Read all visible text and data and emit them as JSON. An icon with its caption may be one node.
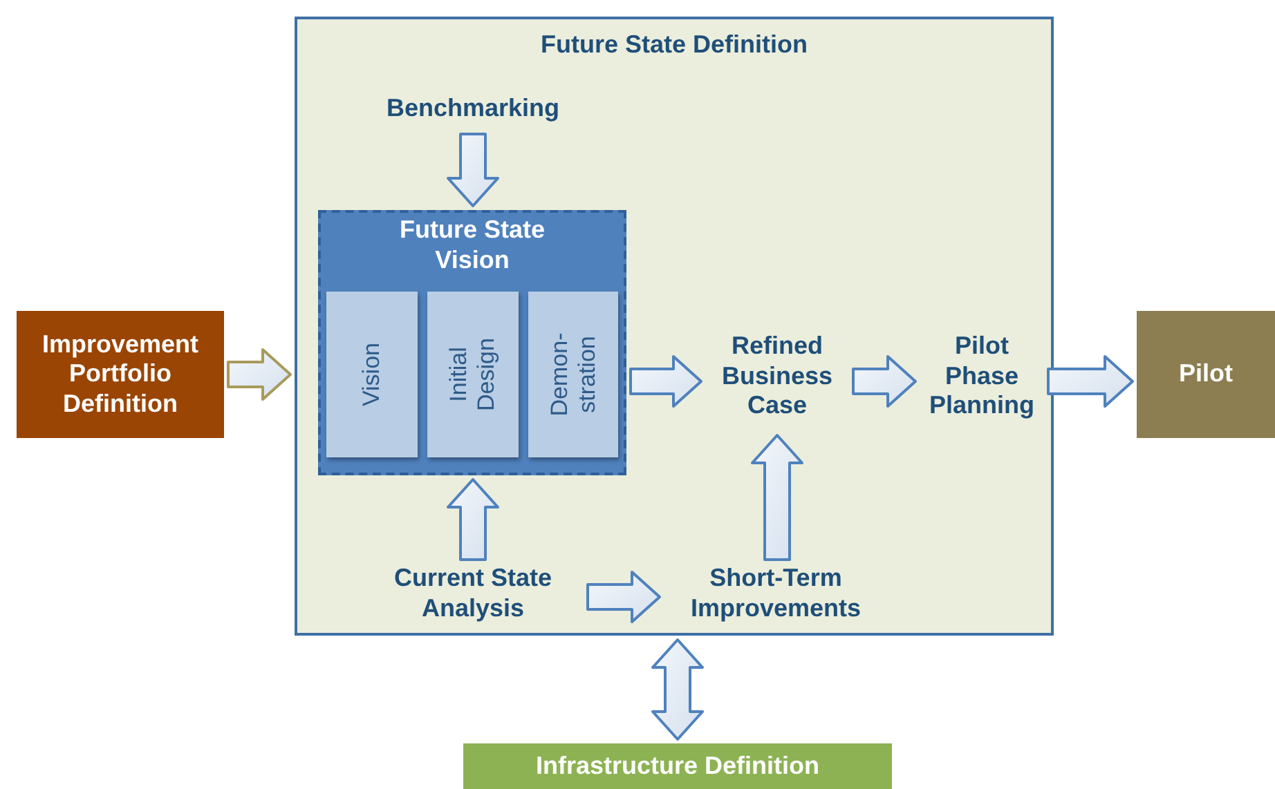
{
  "diagram": {
    "nodes": [
      {
        "text": [
          "Improvement Portfolio Definition"
        ]
      },
      {
        "text": [
          "Future State Definition"
        ]
      },
      {
        "text": [
          "Benchmarking"
        ],
        "in": 1
      },
      {
        "text": [
          "Future State Vision"
        ],
        "in": 1
      },
      {
        "text": [
          "Vision"
        ],
        "in": 3
      },
      {
        "text": [
          "Initial Design"
        ],
        "in": 3
      },
      {
        "text": [
          "Demon- stration"
        ],
        "in": 3
      },
      {
        "text": [
          "Refined Business Case"
        ],
        "in": 1
      },
      {
        "text": [
          "Pilot Phase Planning"
        ],
        "in": 1
      },
      {
        "text": [
          "Pilot"
        ]
      },
      {
        "text": [
          "Current State Analysis"
        ],
        "in": 1
      },
      {
        "text": [
          "Short-Term Improvements"
        ],
        "in": 1
      },
      {
        "text": [
          "Infrastructure Definition"
        ]
      }
    ],
    "edges": [
      {
        "from": 0,
        "to": 1,
        "arrow": "to",
        "color": "#a89a5c"
      },
      {
        "from": 2,
        "to": 3,
        "arrow": "to"
      },
      {
        "from": 3,
        "to": 7,
        "arrow": "to"
      },
      {
        "from": 7,
        "to": 8,
        "arrow": "to"
      },
      {
        "from": 8,
        "to": 9,
        "arrow": "to"
      },
      {
        "from": 10,
        "to": 3,
        "arrow": "to"
      },
      {
        "from": 10,
        "to": 11,
        "arrow": "to"
      },
      {
        "from": 11,
        "to": 7,
        "arrow": "to"
      },
      {
        "from": 1,
        "to": 12,
        "arrow": "both"
      }
    ]
  }
}
